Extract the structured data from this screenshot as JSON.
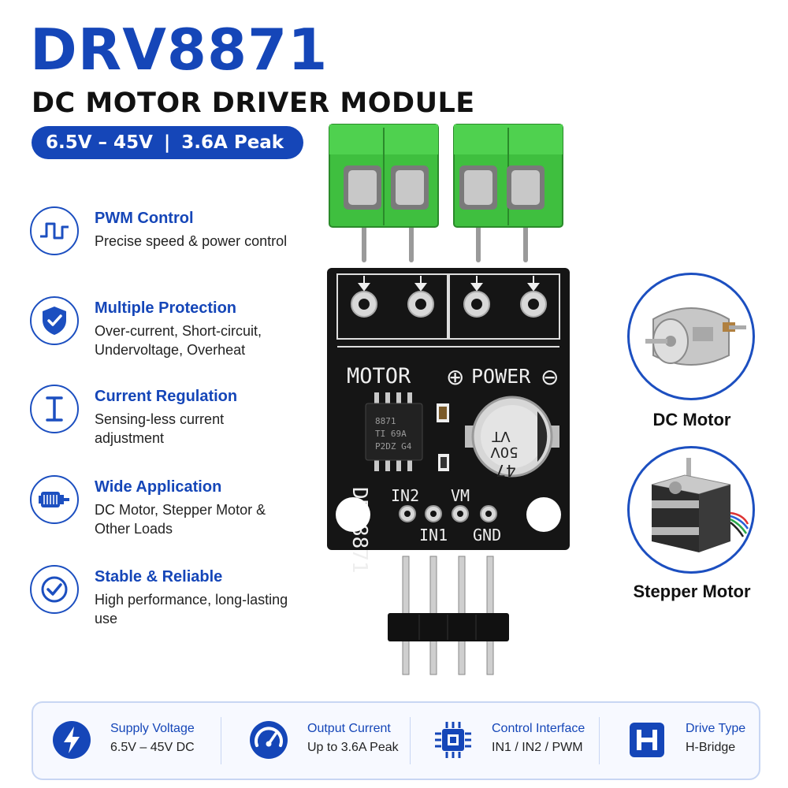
{
  "header": {
    "title": "DRV8871",
    "subtitle": "DC MOTOR DRIVER MODULE",
    "voltage_range": "6.5V – 45V",
    "separator": "|",
    "peak_current": "3.6A Peak"
  },
  "features": [
    {
      "icon": "pwm-wave-icon",
      "title": "PWM Control",
      "description": "Precise speed & power control"
    },
    {
      "icon": "shield-check-icon",
      "title": "Multiple Protection",
      "description": "Over-current, Short-circuit, Undervoltage, Overheat"
    },
    {
      "icon": "current-i-icon",
      "title": "Current Regulation",
      "description": "Sensing-less current adjustment"
    },
    {
      "icon": "motor-icon",
      "title": "Wide Application",
      "description": "DC Motor, Stepper Motor & Other Loads"
    },
    {
      "icon": "checkmark-icon",
      "title": "Stable & Reliable",
      "description": "High performance, long-lasting use"
    }
  ],
  "board": {
    "motor_label": "MOTOR",
    "power_plus": "⊕",
    "power_label": "POWER",
    "power_minus": "⊖",
    "chip_name": "DRV8871",
    "ic_lines": [
      "8871",
      "TI  69A",
      "P2DZ G4"
    ],
    "capacitor_lines": [
      "VT",
      "50V",
      "47"
    ],
    "pin_in2": "IN2",
    "pin_vm": "VM",
    "pin_in1": "IN1",
    "pin_gnd": "GND"
  },
  "applications": [
    {
      "label": "DC Motor"
    },
    {
      "label": "Stepper Motor"
    }
  ],
  "specs": [
    {
      "icon": "lightning-icon",
      "label": "Supply Voltage",
      "value": "6.5V – 45V DC"
    },
    {
      "icon": "gauge-icon",
      "label": "Output Current",
      "value": "Up to 3.6A Peak"
    },
    {
      "icon": "chip-icon",
      "label": "Control Interface",
      "value": "IN1 / IN2 / PWM"
    },
    {
      "icon": "h-bridge-icon",
      "label": "Drive Type",
      "value": "H-Bridge"
    }
  ],
  "colors": {
    "brand_blue": "#1546b8",
    "terminal_green": "#3fbf3f",
    "pcb_black": "#151515"
  }
}
